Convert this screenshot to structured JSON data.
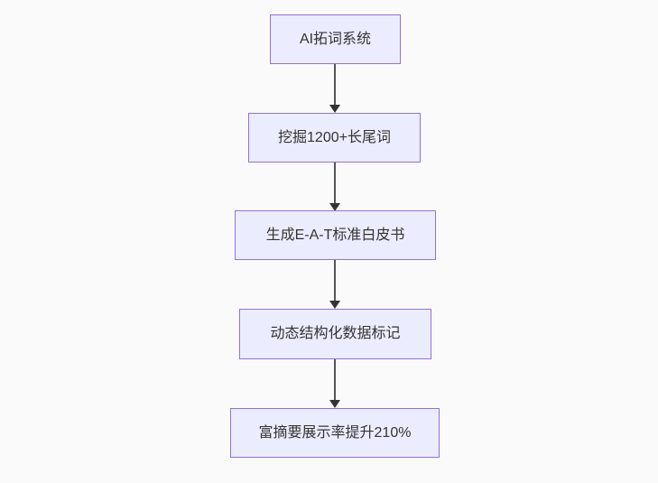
{
  "diagram": {
    "type": "flowchart",
    "direction": "top-down",
    "colors": {
      "background": "#fafafa",
      "node_fill": "#ececff",
      "node_border": "#9370db",
      "node_text": "#333333",
      "edge_line": "#555555",
      "arrowhead": "#333333"
    },
    "nodes": [
      {
        "id": "n1",
        "label": "AI拓词系统"
      },
      {
        "id": "n2",
        "label": "挖掘1200+长尾词"
      },
      {
        "id": "n3",
        "label": "生成E-A-T标准白皮书"
      },
      {
        "id": "n4",
        "label": "动态结构化数据标记"
      },
      {
        "id": "n5",
        "label": "富摘要展示率提升210%"
      }
    ],
    "edges": [
      {
        "from": "n1",
        "to": "n2",
        "style": "arrow-down"
      },
      {
        "from": "n2",
        "to": "n3",
        "style": "arrow-down"
      },
      {
        "from": "n3",
        "to": "n4",
        "style": "arrow-down"
      },
      {
        "from": "n4",
        "to": "n5",
        "style": "arrow-down"
      }
    ]
  }
}
